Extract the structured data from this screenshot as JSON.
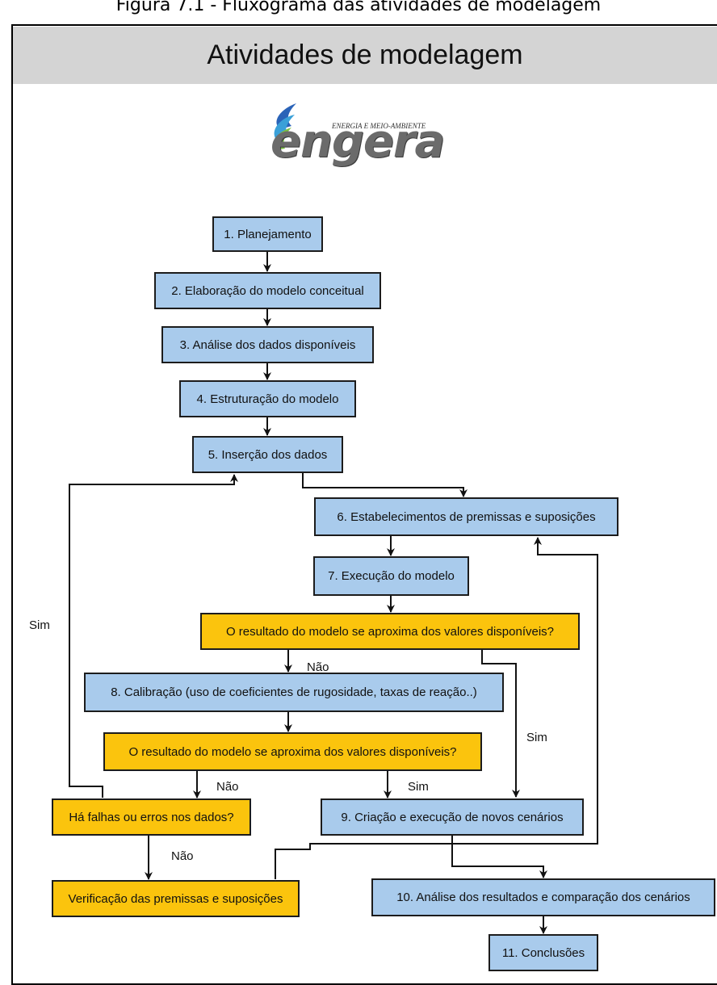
{
  "caption": "Figura 7.1 - Fluxograma das atividades de modelagem",
  "title": "Atividades de modelagem",
  "logo": {
    "wordmark": "engera",
    "tagline": "ENERGIA E MEIO-AMBIENTE"
  },
  "colors": {
    "process": "#a9cbec",
    "decision": "#fbc40d",
    "title_bar": "#d4d4d4"
  },
  "nodes": {
    "n1": "1. Planejamento",
    "n2": "2. Elaboração do modelo conceitual",
    "n3": "3. Análise dos dados disponíveis",
    "n4": "4. Estruturação do modelo",
    "n5": "5. Inserção dos dados",
    "n6": "6. Estabelecimentos de premissas e suposições",
    "n7": "7. Execução do modelo",
    "d1": "O resultado do modelo se aproxima dos valores disponíveis?",
    "n8": "8. Calibração (uso de coeficientes de rugosidade, taxas de reação..)",
    "d2": "O resultado do modelo se aproxima dos valores disponíveis?",
    "d3": "Há falhas ou erros nos dados?",
    "n9": "9. Criação e execução de novos cenários",
    "v": "Verificação das premissas e suposições",
    "n10": "10.  Análise dos resultados e comparação dos cenários",
    "n11": "11. Conclusões"
  },
  "edge_labels": {
    "sim_left": "Sim",
    "nao_1": "Não",
    "sim_right": "Sim",
    "nao_2": "Não",
    "sim_2": "Sim",
    "nao_3": "Não"
  }
}
